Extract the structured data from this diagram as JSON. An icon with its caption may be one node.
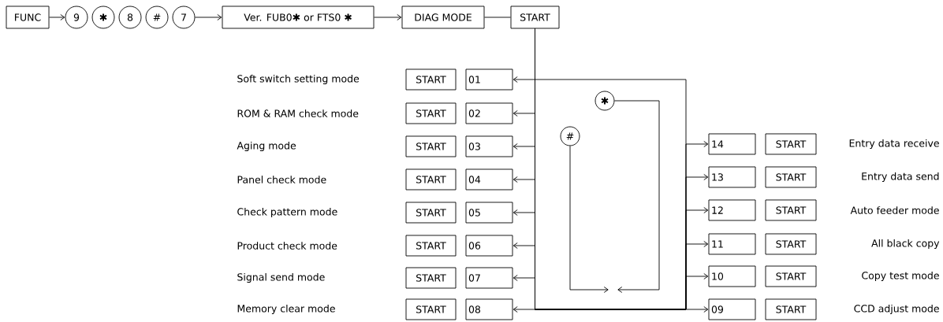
{
  "diagram": {
    "nodes": [
      {
        "text": [
          "FUNC"
        ]
      },
      {
        "text": [
          "9"
        ]
      },
      {
        "text": [
          "✱"
        ]
      },
      {
        "text": [
          "8"
        ]
      },
      {
        "text": [
          "#"
        ]
      },
      {
        "text": [
          "7"
        ]
      },
      {
        "text": [
          "Ver. FUB0✱ or FTS0 ✱"
        ]
      },
      {
        "text": [
          "DIAG MODE"
        ]
      },
      {
        "text": [
          "START"
        ]
      },
      {
        "text": [
          "START"
        ]
      },
      {
        "text": [
          "01"
        ]
      },
      {
        "text": [
          "START"
        ]
      },
      {
        "text": [
          "02"
        ]
      },
      {
        "text": [
          "START"
        ]
      },
      {
        "text": [
          "03"
        ]
      },
      {
        "text": [
          "START"
        ]
      },
      {
        "text": [
          "04"
        ]
      },
      {
        "text": [
          "START"
        ]
      },
      {
        "text": [
          "05"
        ]
      },
      {
        "text": [
          "START"
        ]
      },
      {
        "text": [
          "06"
        ]
      },
      {
        "text": [
          "START"
        ]
      },
      {
        "text": [
          "07"
        ]
      },
      {
        "text": [
          "START"
        ]
      },
      {
        "text": [
          "08"
        ]
      },
      {
        "text": [
          "✱"
        ]
      },
      {
        "text": [
          "#"
        ]
      },
      {
        "text": [
          "14"
        ]
      },
      {
        "text": [
          "START"
        ]
      },
      {
        "text": [
          "13"
        ]
      },
      {
        "text": [
          "START"
        ]
      },
      {
        "text": [
          "12"
        ]
      },
      {
        "text": [
          "START"
        ]
      },
      {
        "text": [
          "11"
        ]
      },
      {
        "text": [
          "START"
        ]
      },
      {
        "text": [
          "10"
        ]
      },
      {
        "text": [
          "START"
        ]
      },
      {
        "text": [
          "09"
        ]
      },
      {
        "text": [
          "START"
        ]
      }
    ],
    "edges": [
      {
        "from": 0,
        "to": 1,
        "arrow": "to"
      },
      {
        "from": 5,
        "to": 6,
        "arrow": "to"
      },
      {
        "from": 6,
        "to": 7,
        "arrow": "to"
      },
      {
        "from": 7,
        "to": 8,
        "arrow": "none"
      },
      {
        "from": 8,
        "to": 10,
        "arrow": "to"
      },
      {
        "from": 8,
        "to": 12,
        "arrow": "to"
      },
      {
        "from": 8,
        "to": 14,
        "arrow": "to"
      },
      {
        "from": 8,
        "to": 16,
        "arrow": "to"
      },
      {
        "from": 8,
        "to": 18,
        "arrow": "to"
      },
      {
        "from": 8,
        "to": 20,
        "arrow": "to"
      },
      {
        "from": 8,
        "to": 22,
        "arrow": "to"
      },
      {
        "from": 8,
        "to": 24,
        "arrow": "to"
      },
      {
        "from": 8,
        "to": 27,
        "arrow": "to"
      },
      {
        "from": 8,
        "to": 29,
        "arrow": "to"
      },
      {
        "from": 8,
        "to": 31,
        "arrow": "to"
      },
      {
        "from": 8,
        "to": 33,
        "arrow": "to"
      },
      {
        "from": 8,
        "to": 35,
        "arrow": "to"
      },
      {
        "from": 8,
        "to": 37,
        "arrow": "to"
      },
      {
        "from": 25,
        "to": null,
        "arrow": "to"
      },
      {
        "from": 26,
        "to": null,
        "arrow": "to"
      }
    ],
    "labels": [
      "Soft switch setting mode",
      "ROM & RAM check mode",
      "Aging mode",
      "Panel check mode",
      "Check pattern mode",
      "Product check mode",
      "Signal send mode",
      "Memory clear mode",
      "Entry data receive",
      "Entry data send",
      "Auto feeder mode",
      "All black copy",
      "Copy test mode",
      "CCD adjust mode"
    ]
  }
}
